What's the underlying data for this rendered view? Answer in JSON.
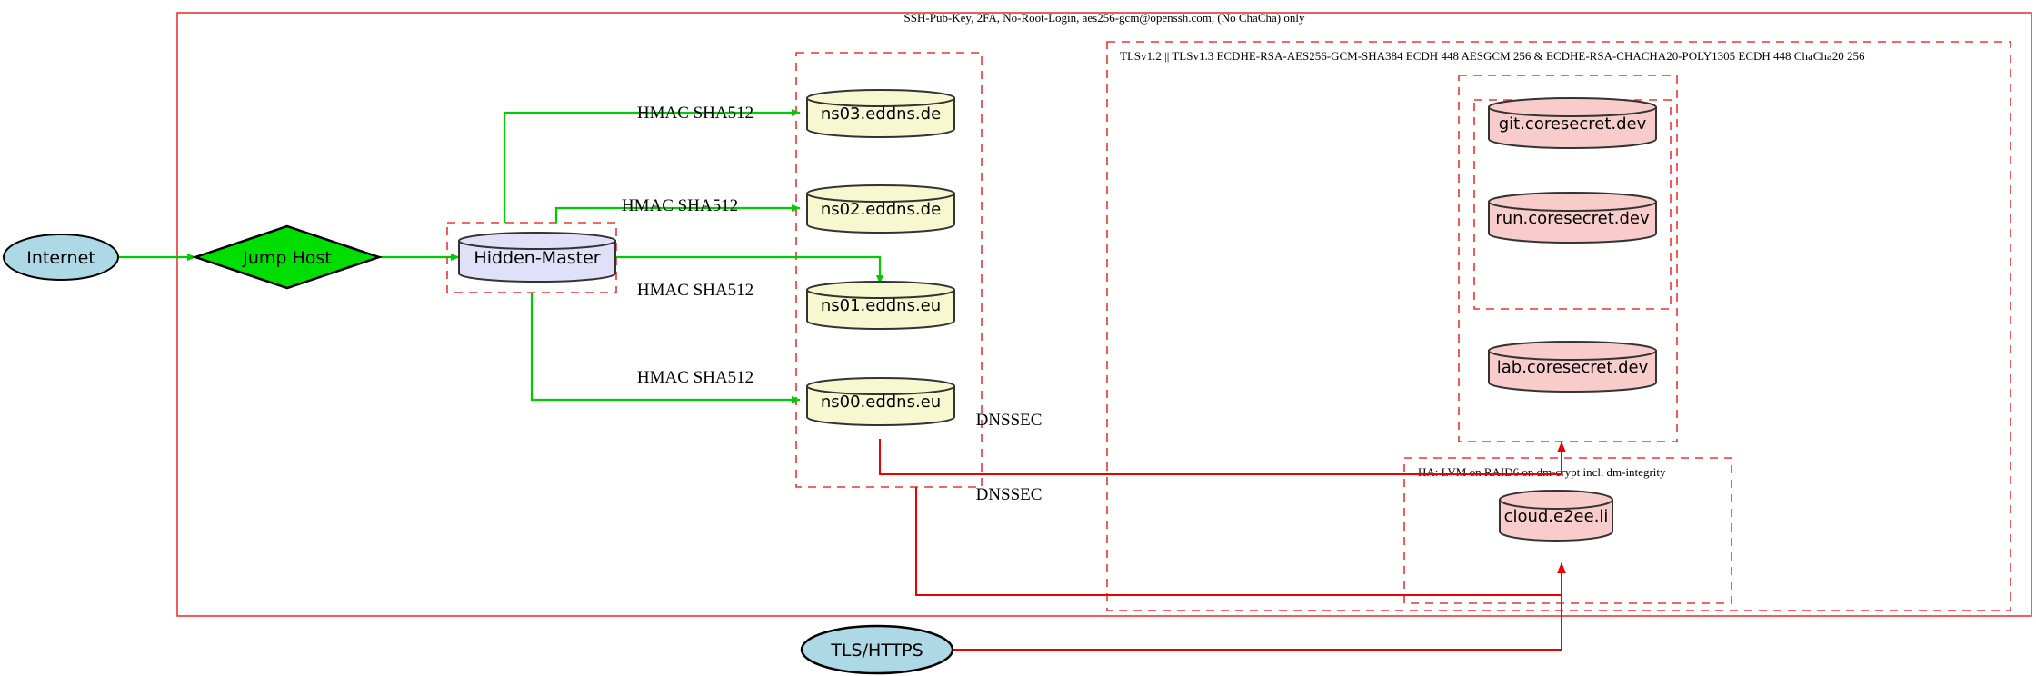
{
  "diagram": {
    "title": "Hidden-Master DNS and service infrastructure topology",
    "colors": {
      "boundary_red": "#ee3333",
      "edge_green": "#00cc00",
      "edge_red": "#ee0000",
      "internet_fill": "#add8e6",
      "jumphost_fill": "#00dd00",
      "master_fill": "#e0e0f8",
      "dns_fill": "#f7f7d0",
      "service_fill": "#f9cccc"
    },
    "zones": [
      {
        "id": "perimeter",
        "style": "solid",
        "label": "SSH-Pub-Key, 2FA, No-Root-Login, aes256-gcm@openssh.com, (No ChaCha) only"
      },
      {
        "id": "tls-zone",
        "style": "dashed",
        "label": "TLSv1.2 || TLSv1.3 ECDHE-RSA-AES256-GCM-SHA384 ECDH 448 AESGCM 256 & ECDHE-RSA-CHACHA20-POLY1305 ECDH 448 ChaCha20 256"
      },
      {
        "id": "ha-zone",
        "style": "dashed",
        "label": "HA: LVM on RAID6 on dm-crypt incl. dm-integrity"
      },
      {
        "id": "dns-zone",
        "style": "dashed",
        "label": ""
      },
      {
        "id": "master-zone",
        "style": "dashed",
        "label": ""
      },
      {
        "id": "coresecret-outer-zone",
        "style": "dashed",
        "label": ""
      },
      {
        "id": "coresecret-inner-zone",
        "style": "dashed",
        "label": ""
      }
    ],
    "nodes": [
      {
        "id": "internet",
        "label": "Internet",
        "shape": "ellipse",
        "fill": "#add8e6"
      },
      {
        "id": "jumphost",
        "label": "Jump Host",
        "shape": "diamond",
        "fill": "#00dd00"
      },
      {
        "id": "master",
        "label": "Hidden-Master",
        "shape": "cylinder",
        "fill": "#e0e0f8"
      },
      {
        "id": "ns03",
        "label": "ns03.eddns.de",
        "shape": "cylinder",
        "fill": "#f7f7d0"
      },
      {
        "id": "ns02",
        "label": "ns02.eddns.de",
        "shape": "cylinder",
        "fill": "#f7f7d0"
      },
      {
        "id": "ns01",
        "label": "ns01.eddns.eu",
        "shape": "cylinder",
        "fill": "#f7f7d0"
      },
      {
        "id": "ns00",
        "label": "ns00.eddns.eu",
        "shape": "cylinder",
        "fill": "#f7f7d0"
      },
      {
        "id": "git",
        "label": "git.coresecret.dev",
        "shape": "cylinder",
        "fill": "#f9cccc"
      },
      {
        "id": "run",
        "label": "run.coresecret.dev",
        "shape": "cylinder",
        "fill": "#f9cccc"
      },
      {
        "id": "lab",
        "label": "lab.coresecret.dev",
        "shape": "cylinder",
        "fill": "#f9cccc"
      },
      {
        "id": "cloud",
        "label": "cloud.e2ee.li",
        "shape": "cylinder",
        "fill": "#f9cccc"
      },
      {
        "id": "tlshttps",
        "label": "TLS/HTTPS",
        "shape": "ellipse",
        "fill": "#add8e6"
      }
    ],
    "edges": [
      {
        "from": "internet",
        "to": "jumphost",
        "label": "",
        "color": "#00cc00"
      },
      {
        "from": "jumphost",
        "to": "master",
        "label": "",
        "color": "#00cc00"
      },
      {
        "from": "master",
        "to": "ns03",
        "label": "HMAC SHA512",
        "color": "#00cc00"
      },
      {
        "from": "master",
        "to": "ns02",
        "label": "HMAC SHA512",
        "color": "#00cc00"
      },
      {
        "from": "master",
        "to": "ns01",
        "label": "HMAC SHA512",
        "color": "#00cc00"
      },
      {
        "from": "master",
        "to": "ns00",
        "label": "HMAC SHA512",
        "color": "#00cc00"
      },
      {
        "from": "dns-zone",
        "to": "coresecret-outer-zone",
        "label": "DNSSEC",
        "color": "#ee0000"
      },
      {
        "from": "dns-zone",
        "to": "ha-zone",
        "label": "DNSSEC",
        "color": "#ee0000"
      },
      {
        "from": "tlshttps",
        "to": "tls-zone",
        "label": "",
        "color": "#ee0000"
      }
    ]
  }
}
